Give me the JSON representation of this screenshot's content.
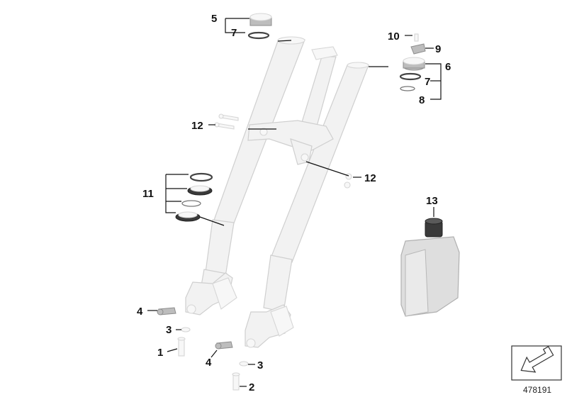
{
  "callouts": {
    "c1": "1",
    "c2": "2",
    "c3a": "3",
    "c3b": "3",
    "c4a": "4",
    "c4b": "4",
    "c5": "5",
    "c6": "6",
    "c7a": "7",
    "c7b": "7",
    "c8": "8",
    "c9": "9",
    "c10": "10",
    "c11": "11",
    "c12a": "12",
    "c12b": "12",
    "c13": "13"
  },
  "reference_number": "478191",
  "colors": {
    "fork_body": "#f2f2f2",
    "fork_outline": "#cfcfcf",
    "callout_text": "#111111",
    "oil_bottle": "#d9d9d9",
    "oil_cap": "#3a3a3a"
  },
  "icons": {
    "corner_icon": "arrow-down-left-icon"
  }
}
